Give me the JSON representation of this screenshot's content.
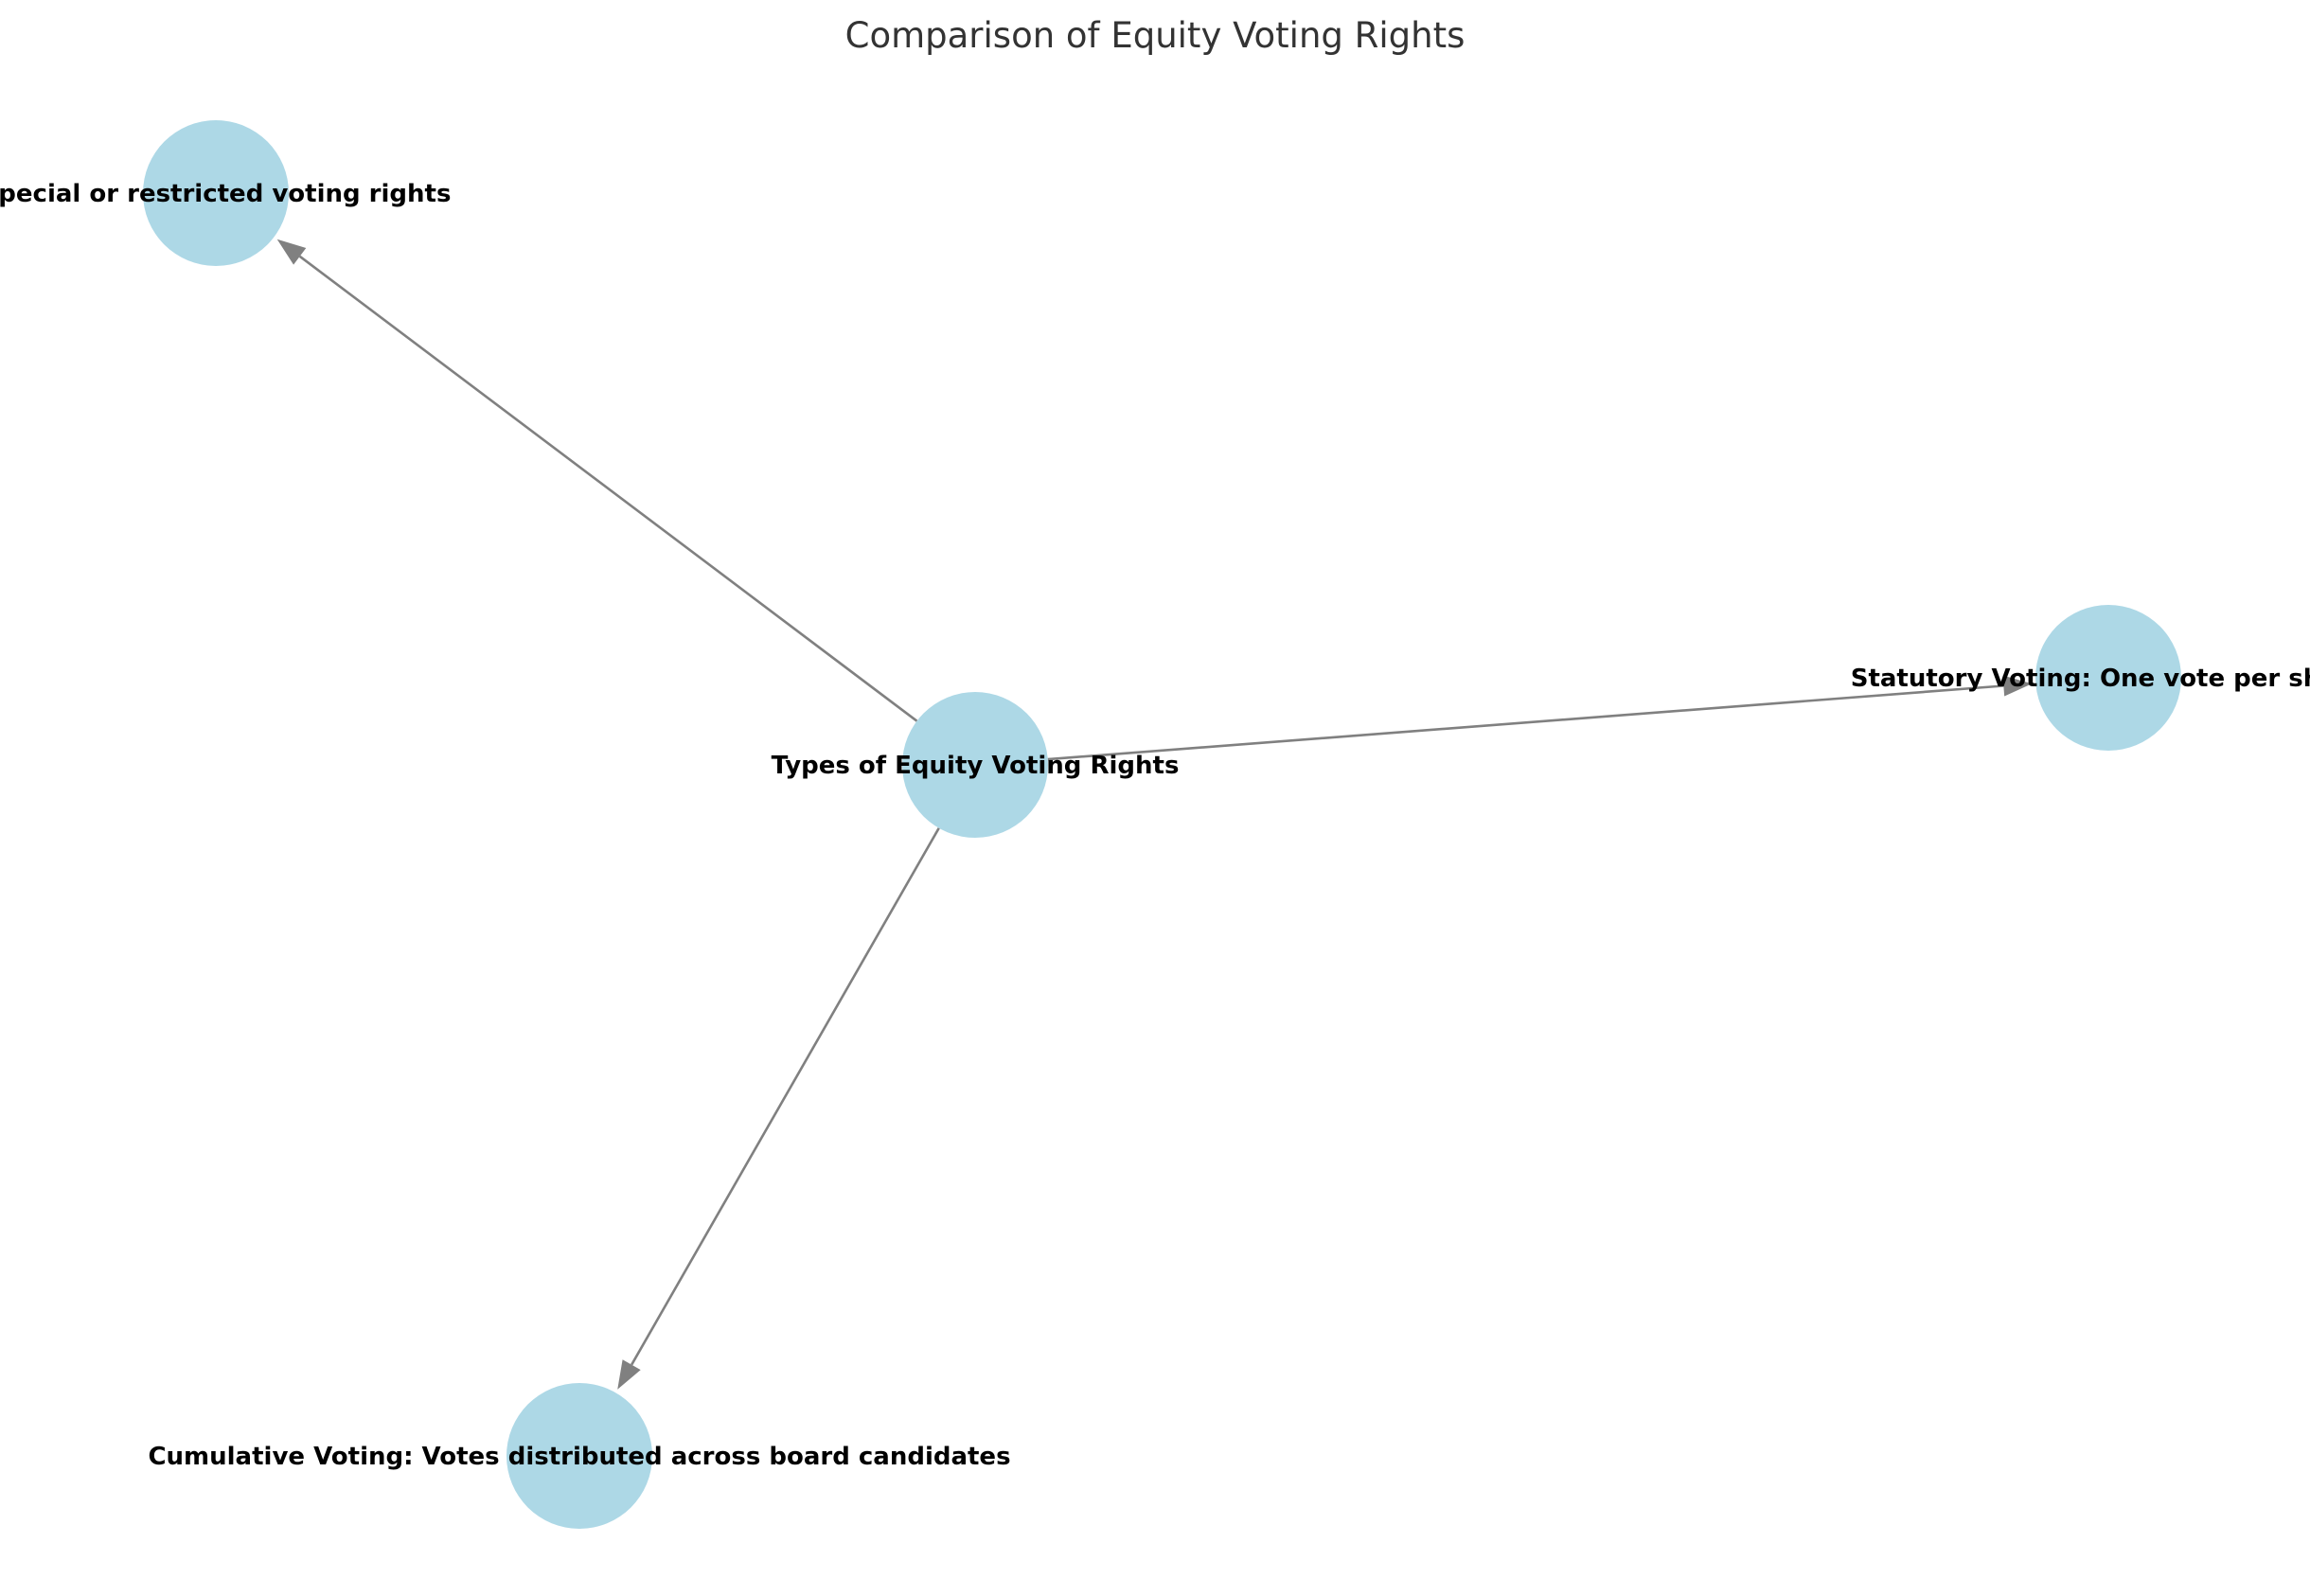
{
  "title": "Comparison of Equity Voting Rights",
  "colors": {
    "node_fill": "#add8e6",
    "edge": "#808080",
    "label": "#000000",
    "title": "#333333",
    "background": "#ffffff"
  },
  "nodes": [
    {
      "id": "root",
      "label": "Types of Equity Voting Rights"
    },
    {
      "id": "statutory",
      "label": "Statutory Voting: One vote per share"
    },
    {
      "id": "cumulative",
      "label": "Cumulative Voting: Votes distributed across board candidates"
    },
    {
      "id": "special",
      "label": "Special or restricted voting rights"
    }
  ],
  "edges": [
    {
      "from": "root",
      "to": "statutory"
    },
    {
      "from": "root",
      "to": "cumulative"
    },
    {
      "from": "root",
      "to": "special"
    }
  ]
}
